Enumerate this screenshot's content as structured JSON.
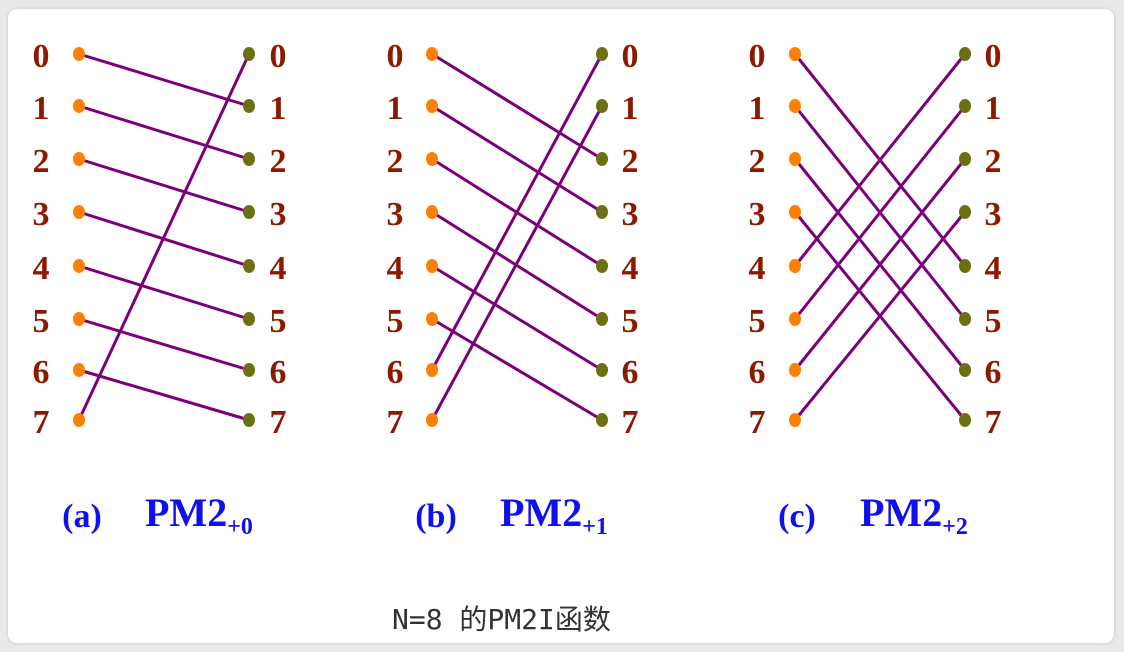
{
  "colors": {
    "label": "#8b1a00",
    "left_dot": "#ff7f00",
    "right_dot": "#6b7012",
    "line": "#7a007a",
    "title": "#1010ee"
  },
  "node_labels": [
    "0",
    "1",
    "2",
    "3",
    "4",
    "5",
    "6",
    "7"
  ],
  "panels": [
    {
      "tag": "(a)",
      "function_name": "PM2",
      "function_subscript": "+0",
      "mapping": [
        1,
        2,
        3,
        4,
        5,
        6,
        7,
        0
      ]
    },
    {
      "tag": "(b)",
      "function_name": "PM2",
      "function_subscript": "+1",
      "mapping": [
        2,
        3,
        4,
        5,
        6,
        7,
        0,
        1
      ]
    },
    {
      "tag": "(c)",
      "function_name": "PM2",
      "function_subscript": "+2",
      "mapping": [
        4,
        5,
        6,
        7,
        0,
        1,
        2,
        3
      ]
    }
  ],
  "caption": "N=8 的PM2I函数"
}
